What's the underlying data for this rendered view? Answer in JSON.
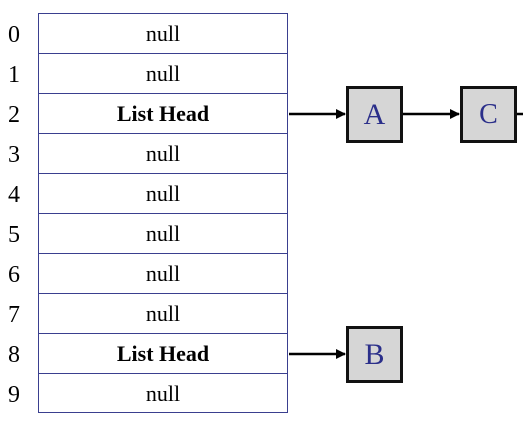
{
  "slots": [
    {
      "index": "0",
      "value": "null",
      "highlight": false
    },
    {
      "index": "1",
      "value": "null",
      "highlight": false
    },
    {
      "index": "2",
      "value": "List Head",
      "highlight": true
    },
    {
      "index": "3",
      "value": "null",
      "highlight": false
    },
    {
      "index": "4",
      "value": "null",
      "highlight": false
    },
    {
      "index": "5",
      "value": "null",
      "highlight": false
    },
    {
      "index": "6",
      "value": "null",
      "highlight": false
    },
    {
      "index": "7",
      "value": "null",
      "highlight": false
    },
    {
      "index": "8",
      "value": "List Head",
      "highlight": true
    },
    {
      "index": "9",
      "value": "null",
      "highlight": false
    }
  ],
  "nodes": {
    "a": {
      "label": "A"
    },
    "b": {
      "label": "B"
    },
    "c": {
      "label": "C"
    }
  },
  "colors": {
    "table_border": "#3a3f8f",
    "node_fill": "#d6d6d6",
    "node_border": "#111111",
    "node_text": "#2b2f8a"
  }
}
